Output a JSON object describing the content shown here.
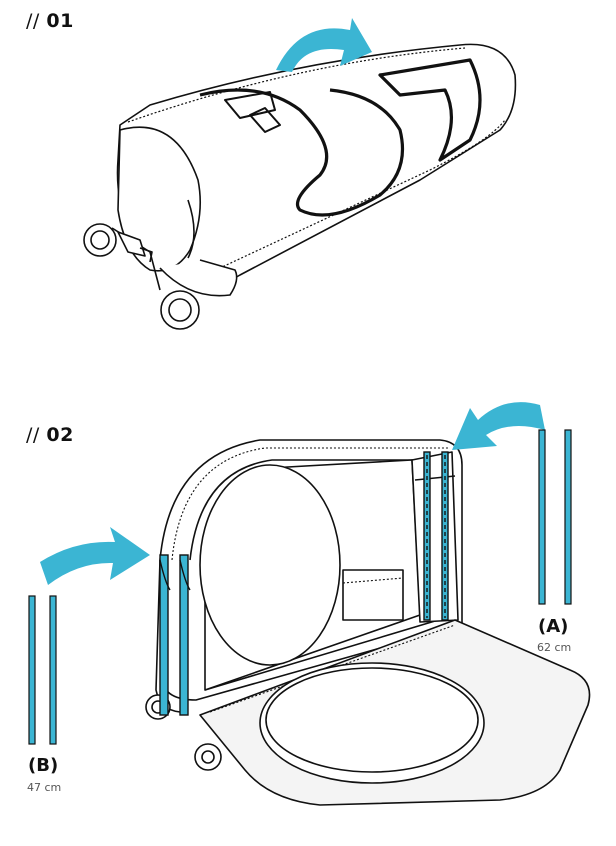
{
  "steps": [
    {
      "slashes": "//",
      "number": "01"
    },
    {
      "slashes": "//",
      "number": "02"
    }
  ],
  "strips": {
    "a": {
      "label": "(A)",
      "size": "62 cm"
    },
    "b": {
      "label": "(B)",
      "size": "47 cm"
    }
  },
  "colors": {
    "accent": "#3bb5d3",
    "line": "#111111"
  }
}
